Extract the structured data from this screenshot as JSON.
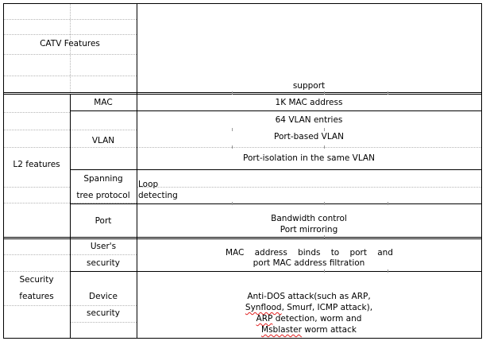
{
  "table": {
    "catv": {
      "label": "CATV Features",
      "value": "support"
    },
    "l2": {
      "label": "L2 features",
      "mac": {
        "label": "MAC",
        "value": "1K MAC address"
      },
      "vlan": {
        "label": "VLAN",
        "values": [
          "64 VLAN entries",
          "Port-based VLAN",
          "Port-isolation in the same VLAN"
        ]
      },
      "stp": {
        "label_line1": "Spanning",
        "label_line2": "tree protocol",
        "value_line1": "Loop",
        "value_line2": "detecting"
      },
      "port": {
        "label": "Port",
        "values": [
          "Bandwidth control",
          "Port mirroring"
        ]
      }
    },
    "security": {
      "label_line1": "Security",
      "label_line2": "features",
      "user": {
        "label_line1": "User's",
        "label_line2": "security",
        "value_line1_words": [
          "MAC",
          "address",
          "binds",
          "to",
          "port",
          "and"
        ],
        "value_line2": "port MAC address filtration"
      },
      "device": {
        "label_line1": "Device",
        "label_line2": "security",
        "value_line1": "Anti-DOS attack(such as ARP,",
        "value_line2_a": "Synflood",
        "value_line2_b": ", Smurf, ICMP attack),",
        "value_line3_a": "ARP",
        "value_line3_b": " detection, worm and",
        "value_line4_a": "Msblaster",
        "value_line4_b": " worm attack"
      }
    }
  }
}
